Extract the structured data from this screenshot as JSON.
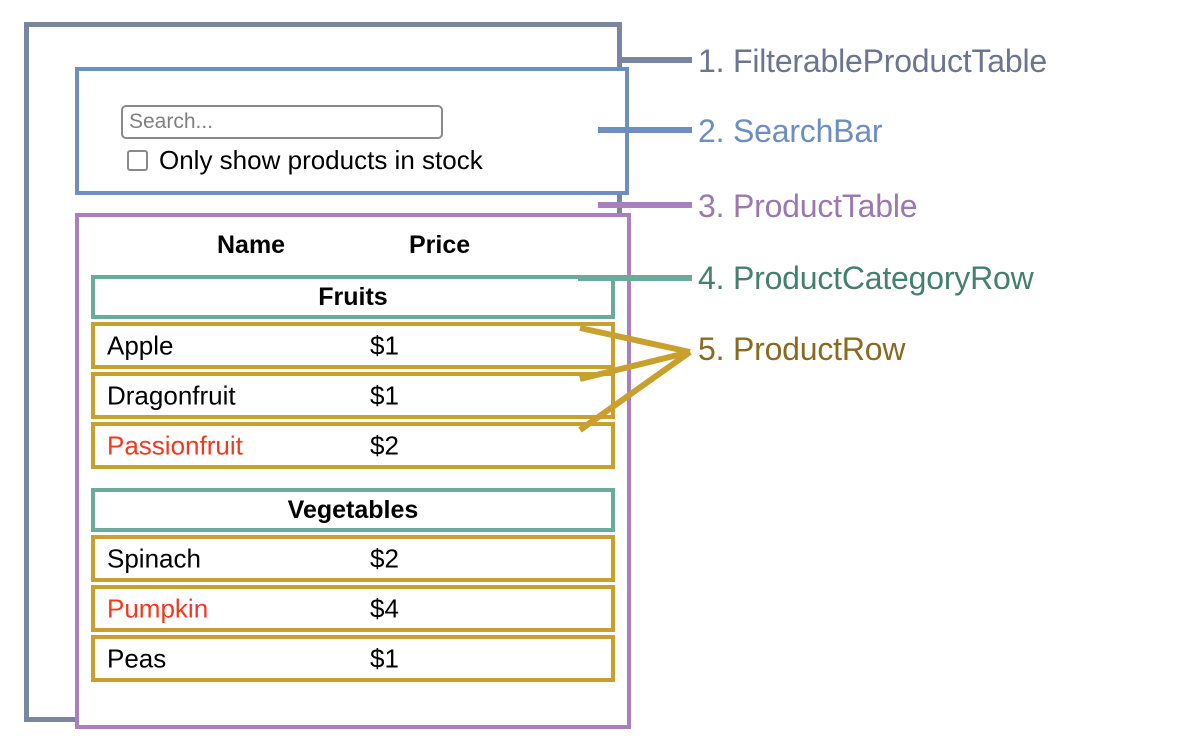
{
  "diagram": {
    "title": "React component hierarchy diagram: FilterableProductTable",
    "colors": {
      "filterable_product_table": "#7a86a0",
      "search_bar": "#6d8ec0",
      "product_table": "#a97fc0",
      "product_category_row": "#6bab9c",
      "product_row": "#c9a02e",
      "out_of_stock_text": "#f03a20"
    }
  },
  "search_bar": {
    "input_value": "",
    "input_placeholder": "Search...",
    "checkbox_label": "Only show products in stock",
    "checkbox_checked": false
  },
  "product_table": {
    "headers": [
      "Name",
      "Price"
    ],
    "groups": [
      {
        "category": "Fruits",
        "products": [
          {
            "name": "Apple",
            "price": "$1",
            "in_stock": true
          },
          {
            "name": "Dragonfruit",
            "price": "$1",
            "in_stock": true
          },
          {
            "name": "Passionfruit",
            "price": "$2",
            "in_stock": false
          }
        ]
      },
      {
        "category": "Vegetables",
        "products": [
          {
            "name": "Spinach",
            "price": "$2",
            "in_stock": true
          },
          {
            "name": "Pumpkin",
            "price": "$4",
            "in_stock": false
          },
          {
            "name": "Peas",
            "price": "$1",
            "in_stock": true
          }
        ]
      }
    ]
  },
  "annotations": [
    {
      "number": "1.",
      "name": "FilterableProductTable",
      "text": "1. FilterableProductTable",
      "color": "#6b7590"
    },
    {
      "number": "2.",
      "name": "SearchBar",
      "text": "2. SearchBar",
      "color": "#6d8ec0"
    },
    {
      "number": "3.",
      "name": "ProductTable",
      "text": "3. ProductTable",
      "color": "#9b78ae"
    },
    {
      "number": "4.",
      "name": "ProductCategoryRow",
      "text": "4. ProductCategoryRow",
      "color": "#447f6f"
    },
    {
      "number": "5.",
      "name": "ProductRow",
      "text": "5. ProductRow",
      "color": "#8a6a23"
    }
  ]
}
